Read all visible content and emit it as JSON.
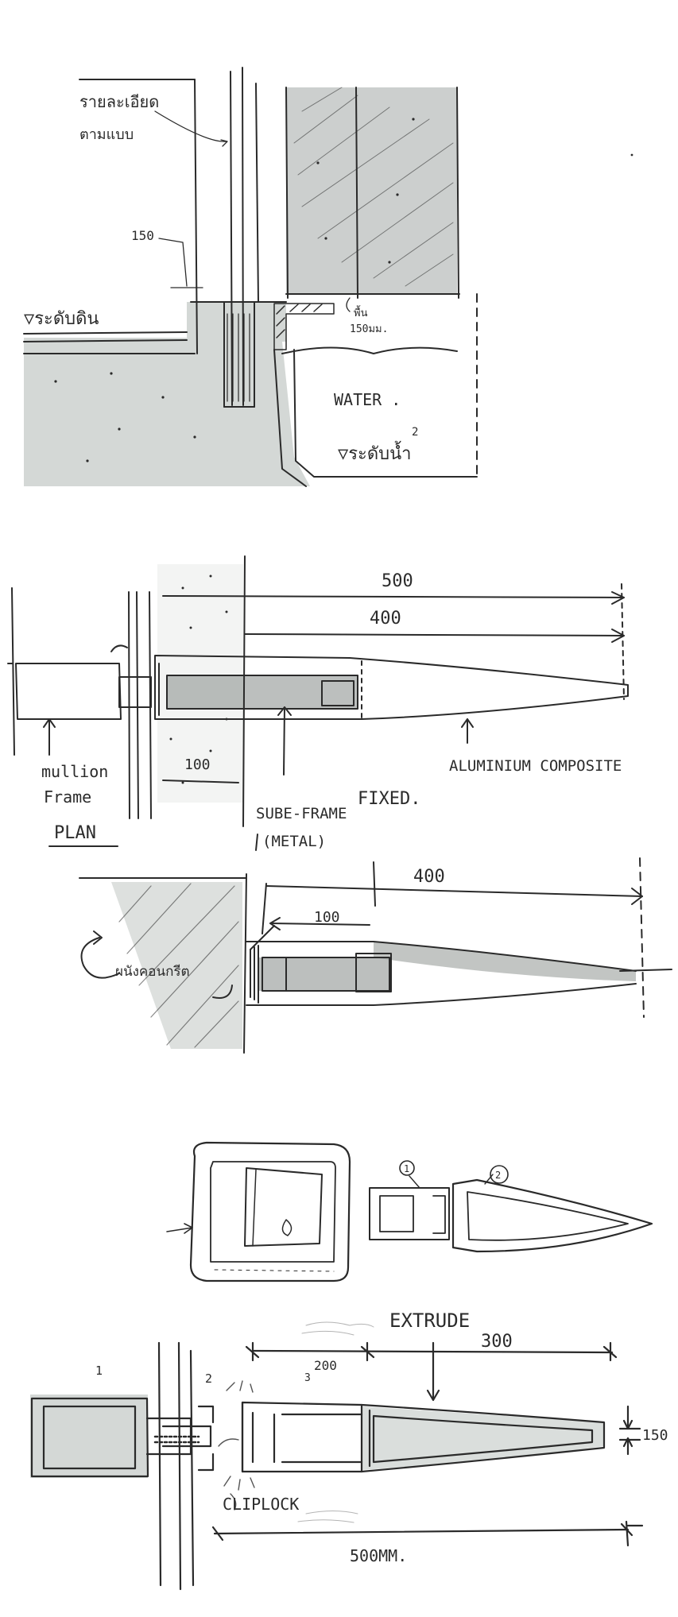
{
  "sketch1": {
    "label_wall_top_line1": "รายละเอียด",
    "label_wall_top_line2": "ตามแบบ",
    "dim_150": "150",
    "label_level_left": "▽ระดับดิน",
    "note_slab_line1": "พื้น",
    "note_slab_line2": "150มม.",
    "label_water": "WATER .",
    "label_level_water": "▽ระดับน้ำ",
    "note_water_mark": "2"
  },
  "sketch2": {
    "dim_500": "500",
    "dim_400": "400",
    "dim_100": "100",
    "label_mullion_line1": "mullion",
    "label_mullion_line2": "Frame",
    "label_plan": "PLAN",
    "label_subframe_line1": "SUBE-FRAME",
    "label_subframe_line2": "(METAL)",
    "label_fixed": "FIXED.",
    "label_aluminium": "ALUMINIUM COMPOSITE"
  },
  "sketch3": {
    "dim_400": "400",
    "dim_100": "100",
    "label_wall": "ผนังคอนกรีต"
  },
  "sketch4": {
    "marker_1": "1",
    "marker_2": "2"
  },
  "sketch5": {
    "label_extrude": "EXTRUDE",
    "dim_200": "200",
    "dim_300": "300",
    "dim_150": "150",
    "marker_1": "1",
    "marker_2": "2",
    "marker_3": "3",
    "label_cliplock": "CLIPLOCK",
    "dim_500mm": "500MM."
  }
}
